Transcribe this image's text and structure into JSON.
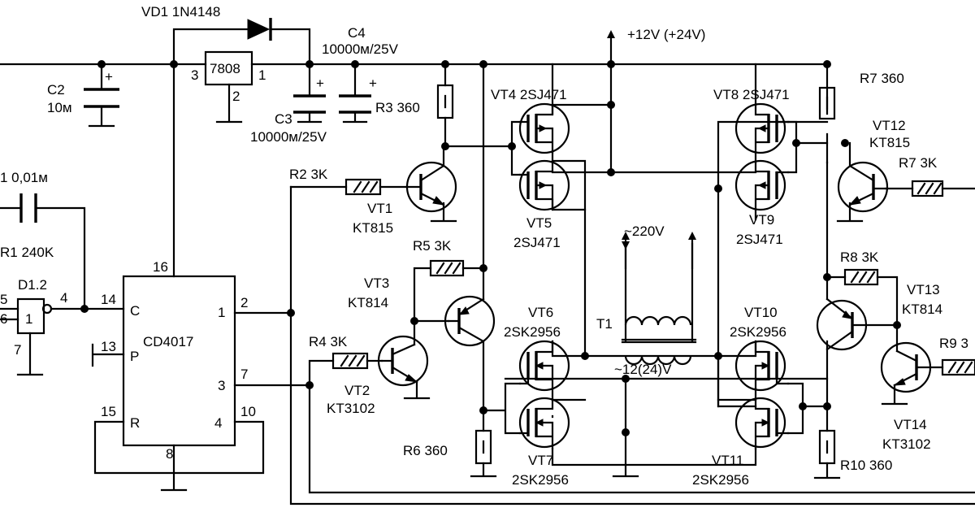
{
  "labels": {
    "vd1": "VD1 1N4148",
    "c4": "C4",
    "c4v": "10000м/25V",
    "vcc": "+12V (+24V)",
    "r7top": "R7 360",
    "reg": "7808",
    "reg_in": "3",
    "reg_out": "1",
    "reg_gnd": "2",
    "c2": "C2",
    "c2v": "10м",
    "c3": "C3",
    "c3v": "10000м/25V",
    "r3": "R3 360",
    "vt4": "VT4 2SJ471",
    "vt8": "VT8 2SJ471",
    "vt12": "VT12",
    "vt12t": "KT815",
    "r2": "R2 3K",
    "r7b": "R7 3K",
    "c1": "1 0,01м",
    "vt1": "VT1",
    "vt1t": "KT815",
    "vt5": "VT5",
    "vt5t": "2SJ471",
    "vt9": "VT9",
    "vt9t": "2SJ471",
    "ac220": "~220V",
    "r1": "R1 240K",
    "r5": "R5 3K",
    "r8": "R8 3K",
    "vt3": "VT3",
    "vt3t": "KT814",
    "vt13": "VT13",
    "vt13t": "KT814",
    "d12": "D1.2",
    "d12_in1": "5",
    "d12_in2": "6",
    "d12_sym": "1",
    "d12_pwr": "7",
    "d12_out": "4",
    "ic": "CD4017",
    "pin16": "16",
    "pin14": "14",
    "pinC": "C",
    "pin13": "13",
    "pinP": "P",
    "pin15": "15",
    "pinR": "R",
    "pin8": "8",
    "pin1": "1",
    "pin2": "2",
    "pin3": "3",
    "pin7": "7",
    "pin4": "4",
    "pin10": "10",
    "vt6": "VT6",
    "vt6t": "2SK2956",
    "vt10": "VT10",
    "vt10t": "2SK2956",
    "t1": "T1",
    "ac12": "~12(24)V",
    "r9": "R9 3",
    "r4": "R4 3K",
    "vt2": "VT2",
    "vt2t": "KT3102",
    "r6": "R6 360",
    "vt7": "VT7",
    "vt7t": "2SK2956",
    "vt11": "VT11",
    "vt11t": "2SK2956",
    "r10": "R10 360",
    "vt14": "VT14",
    "vt14t": "KT3102"
  }
}
